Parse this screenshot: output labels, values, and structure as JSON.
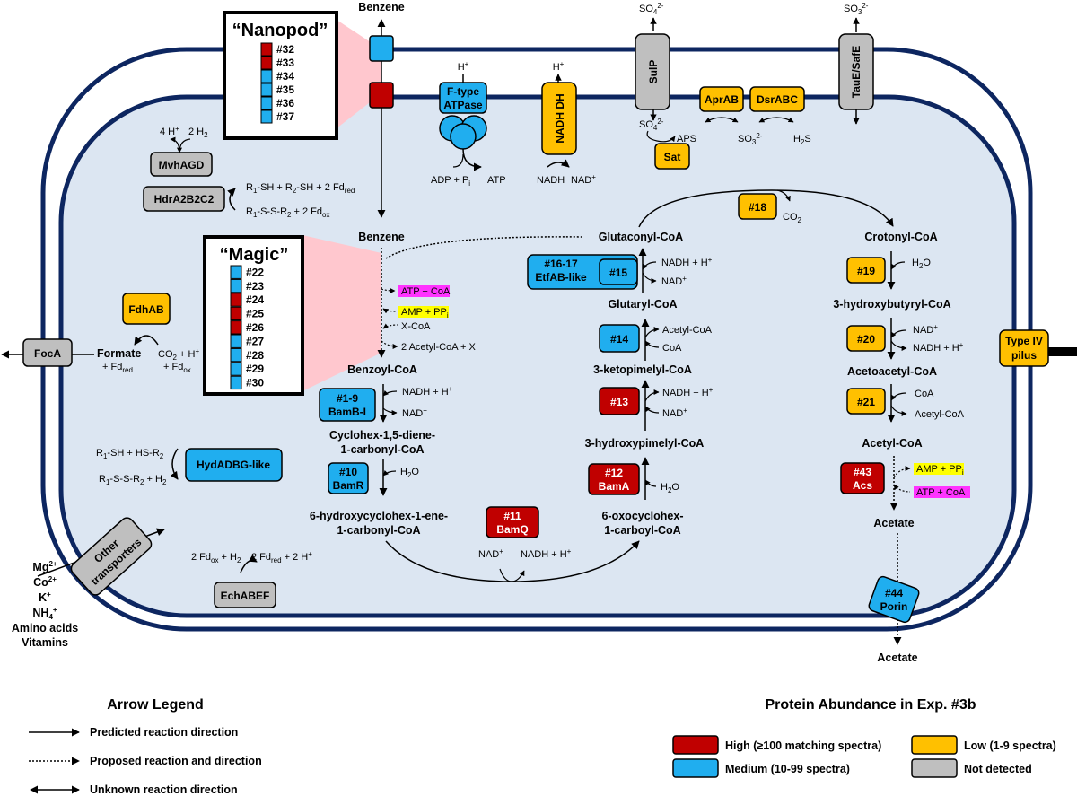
{
  "colors": {
    "high": "#c00000",
    "medium": "#20aeef",
    "low": "#ffc000",
    "not_detected": "#bfbfbf",
    "outer_membrane": "#0d2660",
    "cytoplasm": "#dce6f2",
    "magenta": "#ff33ff",
    "yellow": "#ffff00",
    "pink": "#ffc7ce"
  },
  "icons": {
    "predicted": "solid-arrow",
    "proposed": "dotted-arrow",
    "unknown": "double-headed-arrow"
  },
  "boxes": {
    "mvhagd": "MvhAGD",
    "hdr": "HdrA2B2C2",
    "fdhab": "FdhAB",
    "foca": "FocA",
    "hydadbg": "HydADBG-like",
    "other_transporters": [
      "Other",
      "transporters"
    ],
    "echabef": "EchABEF",
    "bamb": [
      "#1-9",
      "BamB-I"
    ],
    "bamr": [
      "#10",
      "BamR"
    ],
    "bamq": [
      "#11",
      "BamQ"
    ],
    "bama": [
      "#12",
      "BamA"
    ],
    "b13": "#13",
    "b14": "#14",
    "b15": "#15",
    "etfab": [
      "#16-17",
      "EtfAB-like"
    ],
    "b18": "#18",
    "b19": "#19",
    "b20": "#20",
    "b21": "#21",
    "acs": [
      "#43",
      "Acs"
    ],
    "porin": [
      "#44",
      "Porin"
    ],
    "typeiv": [
      "Type IV",
      "pilus"
    ],
    "atpase": [
      "F-type",
      "ATPase"
    ],
    "nadhdh": "NADH DH",
    "sulp": "SulP",
    "taue": "TauE/SafE",
    "aprab": "AprAB",
    "dsrabc": "DsrABC",
    "sat": "Sat"
  },
  "nanopod": {
    "title": "“Nanopod”",
    "items": [
      {
        "id": "#32",
        "level": "high"
      },
      {
        "id": "#33",
        "level": "high"
      },
      {
        "id": "#34",
        "level": "medium"
      },
      {
        "id": "#35",
        "level": "medium"
      },
      {
        "id": "#36",
        "level": "medium"
      },
      {
        "id": "#37",
        "level": "medium"
      }
    ]
  },
  "magic": {
    "title": "“Magic”",
    "items": [
      {
        "id": "#22",
        "level": "medium"
      },
      {
        "id": "#23",
        "level": "medium"
      },
      {
        "id": "#24",
        "level": "high"
      },
      {
        "id": "#25",
        "level": "high"
      },
      {
        "id": "#26",
        "level": "high"
      },
      {
        "id": "#27",
        "level": "medium"
      },
      {
        "id": "#28",
        "level": "medium"
      },
      {
        "id": "#29",
        "level": "medium"
      },
      {
        "id": "#30",
        "level": "medium"
      }
    ]
  },
  "metabolites": {
    "benzene_top": "Benzene",
    "benzene": "Benzene",
    "benzene_bottom_hidden": "",
    "benzoyl_coa": "Benzoyl-CoA",
    "cyclohex_1": "Cyclohex-1,5-diene-",
    "cyclohex_2": "1-carbonyl-CoA",
    "hydroxy_1": "6-hydroxycyclohex-1-ene-",
    "hydroxy_2": "1-carbonyl-CoA",
    "oxo_1": "6-oxocyclohex-",
    "oxo_2": "1-carboyl-CoA",
    "hydroxypimelyl": "3-hydroxypimelyl-CoA",
    "ketopimelyl": "3-ketopimelyl-CoA",
    "glutaryl": "Glutaryl-CoA",
    "glutaconyl": "Glutaconyl-CoA",
    "crotonyl": "Crotonyl-CoA",
    "hydroxybutyryl": "3-hydroxybutyryl-CoA",
    "acetoacetyl": "Acetoacetyl-CoA",
    "acetyl": "Acetyl-CoA",
    "acetate_in": "Acetate",
    "acetate_out": "Acetate",
    "formate": "Formate"
  },
  "labels": {
    "h_atpase": "H",
    "h_nadh": "H",
    "adp": "ADP + P",
    "atp": "ATP",
    "nadh": "NADH",
    "nadp": "NAD",
    "so4_top": "SO",
    "so3_top": "SO",
    "so4_in": "SO",
    "aps": "APS",
    "so3_in": "SO",
    "h2s": "H",
    "mvh_4h": "4 H",
    "mvh_2h2": "2 H",
    "hdr_r1": "R",
    "hdr_r2": "R",
    "fd_red": "+ Fd",
    "co2_h": "CO",
    "fd_ox": "+ Fd",
    "hyd_r1": "R",
    "hyd_r2": "R",
    "ech_left": "2 Fd",
    "ech_right": "2 Fd",
    "nadh_h": "NADH + H",
    "nad": "NAD",
    "h2o": "H",
    "acetyl_coa": "Acetyl-CoA",
    "coa": "CoA",
    "co2": "CO",
    "atp_coa": "ATP + CoA",
    "amp_ppi": "AMP + PP",
    "x_coa": "X-CoA",
    "acetyl_x": "2 Acetyl-CoA + X",
    "mg": "Mg",
    "co": "Co",
    "k": "K",
    "nh4": "NH",
    "amino": "Amino acids",
    "vitamins": "Vitamins"
  },
  "legend": {
    "arrow_title": "Arrow Legend",
    "predicted": "Predicted reaction direction",
    "proposed": "Proposed reaction and direction",
    "unknown": "Unknown reaction direction",
    "abundance_title": "Protein Abundance in Exp. #3b",
    "high": "High (≥100 matching spectra)",
    "medium": "Medium (10-99 spectra)",
    "low": "Low (1-9 spectra)",
    "not_detected": "Not detected"
  }
}
